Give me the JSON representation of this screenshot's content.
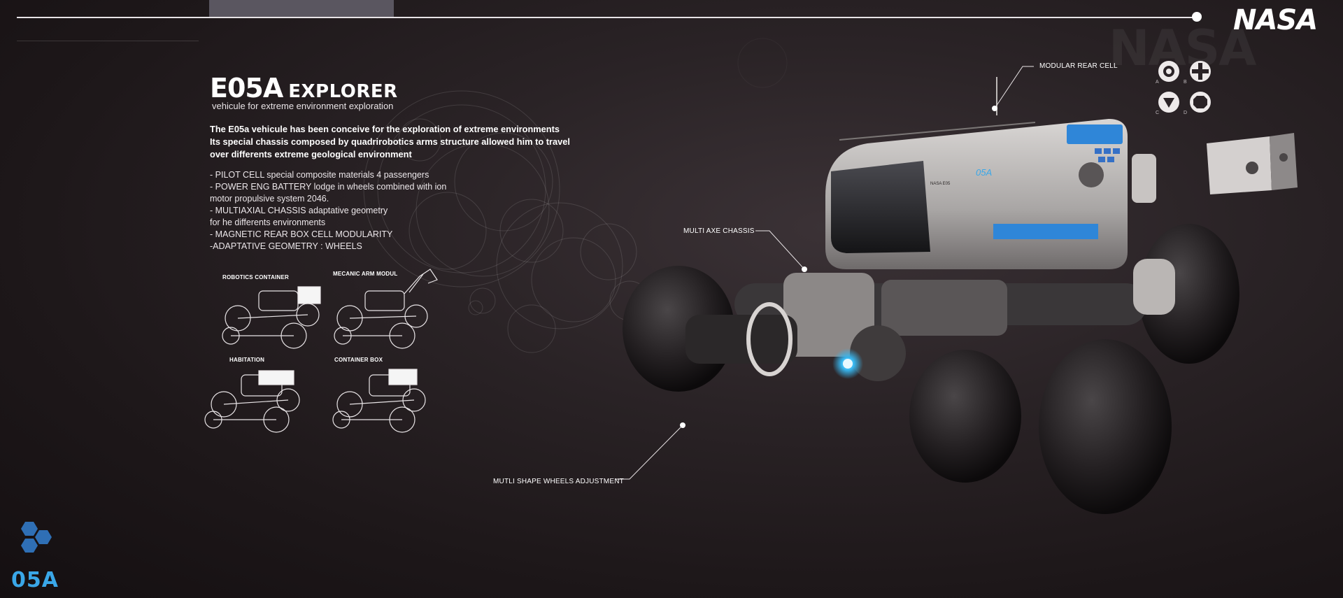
{
  "brand": {
    "logo": "NASA",
    "logo_ghost": "NASA",
    "corner_mark": "05A",
    "accent": "#3aa7e8"
  },
  "header": {
    "title_main": "E05A",
    "title_rest": "EXPLORER",
    "subtitle": "vehicule  for extreme environment exploration"
  },
  "description": [
    "The E05a vehicule has been conceive for the exploration of extreme environments",
    "Its special chassis composed by quadrirobotics  arms structure allowed him to travel",
    "over differents extreme geological environment"
  ],
  "features": [
    "- PILOT CELL  special composite materials   4 passengers",
    "- POWER ENG BATTERY lodge in wheels combined with ion",
    "motor propulsive system 2046.",
    "- MULTIAXIAL CHASSIS adaptative geometry",
    "for he differents environments",
    "- MAGNETIC REAR BOX CELL MODULARITY",
    "-ADAPTATIVE GEOMETRY : WHEELS"
  ],
  "configurations": [
    {
      "label": "ROBOTICS CONTAINER"
    },
    {
      "label": "MECANIC ARM MODUL"
    },
    {
      "label": "HABITATION"
    },
    {
      "label": "CONTAINER BOX"
    }
  ],
  "callouts": {
    "rear_cell": "MODULAR REAR CELL",
    "chassis": "MULTI AXE CHASSIS",
    "wheels": "MUTLI SHAPE WHEELS ADJUSTMENT"
  },
  "vehicle": {
    "badge": "05A",
    "badge_small": "NASA E05"
  },
  "controls": [
    {
      "icon": "ring-button-icon",
      "letter": "A"
    },
    {
      "icon": "cross-button-icon",
      "letter": "B"
    },
    {
      "icon": "down-arrow-button-icon",
      "letter": "C"
    },
    {
      "icon": "octagon-button-icon",
      "letter": "D"
    }
  ]
}
